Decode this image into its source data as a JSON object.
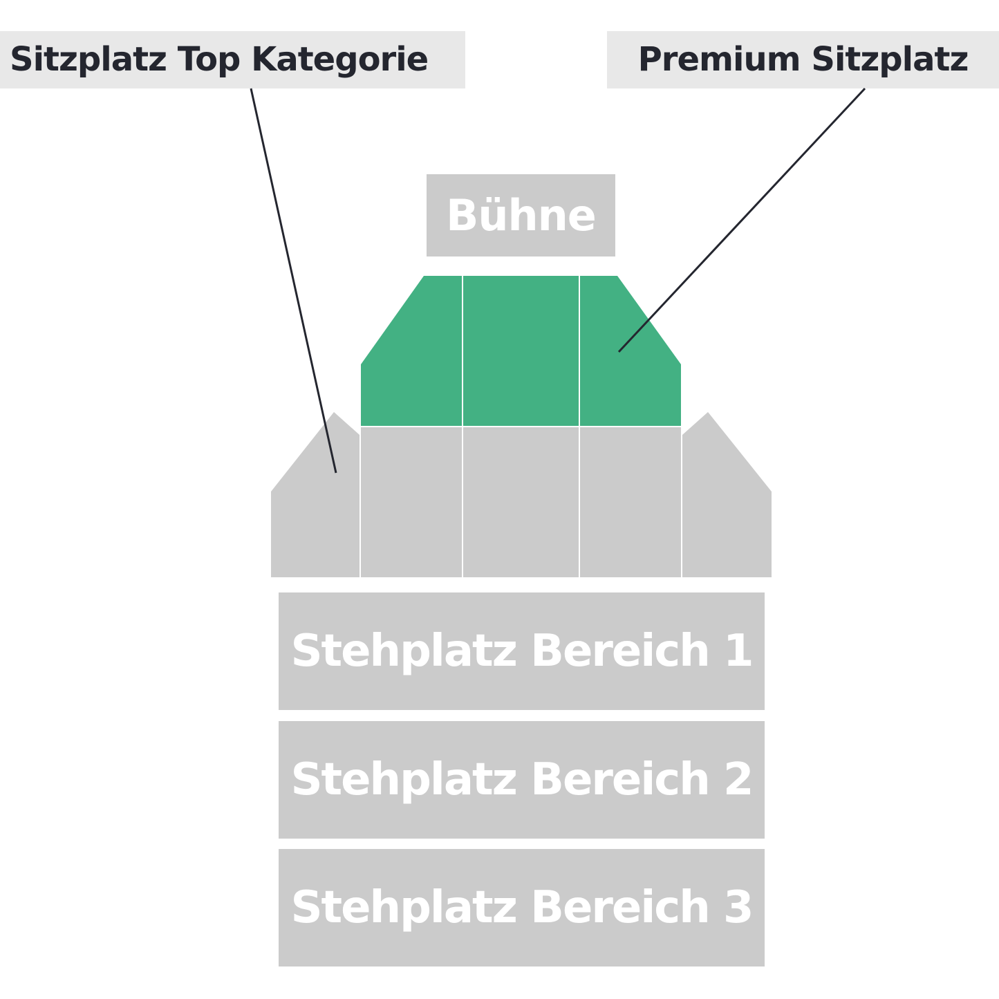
{
  "labels": {
    "top_category": "Sitzplatz Top Kategorie",
    "premium": "Premium Sitzplatz",
    "stage": "Bühne",
    "standing_1": "Stehplatz Bereich 1",
    "standing_2": "Stehplatz Bereich 2",
    "standing_3": "Stehplatz Bereich 3"
  },
  "colors": {
    "premium_fill": "#43b183",
    "neutral_fill": "#cbcbcb",
    "callout_bg": "#e8e8e8",
    "text_dark": "#24262f",
    "text_light": "#ffffff",
    "leader_line": "#24262f"
  }
}
